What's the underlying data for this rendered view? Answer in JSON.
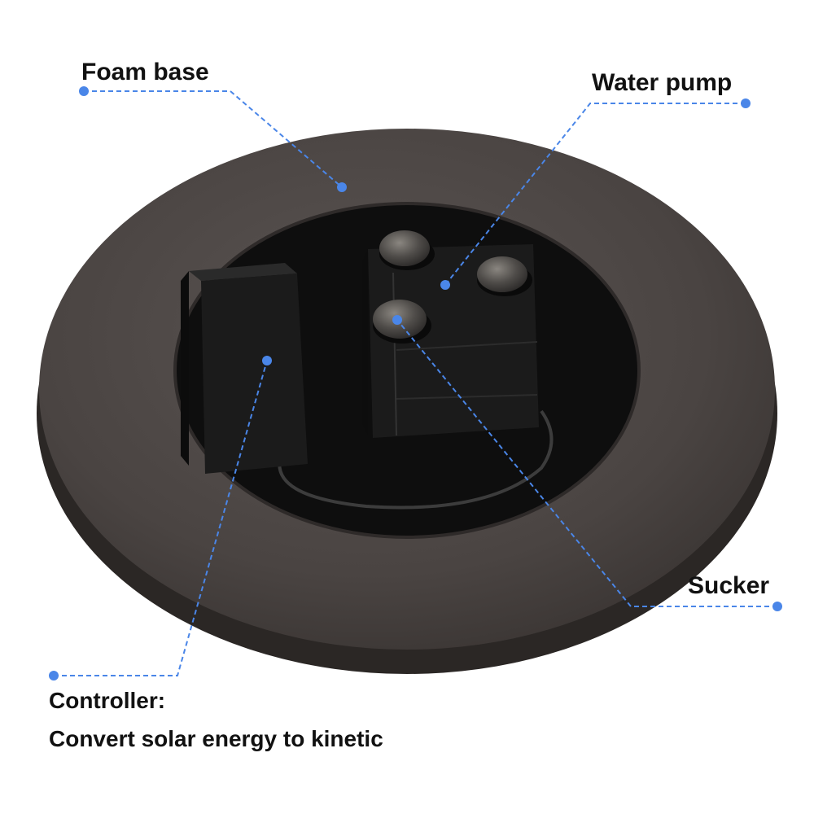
{
  "callouts": {
    "foam_base": "Foam base",
    "water_pump": "Water pump",
    "sucker": "Sucker",
    "controller_title": "Controller:",
    "controller_desc": "Convert solar energy to kinetic"
  },
  "colors": {
    "callout_line": "#4a86e8",
    "foam": "#4b4543",
    "device_body": "#1b1b1b",
    "label_text": "#111111"
  }
}
